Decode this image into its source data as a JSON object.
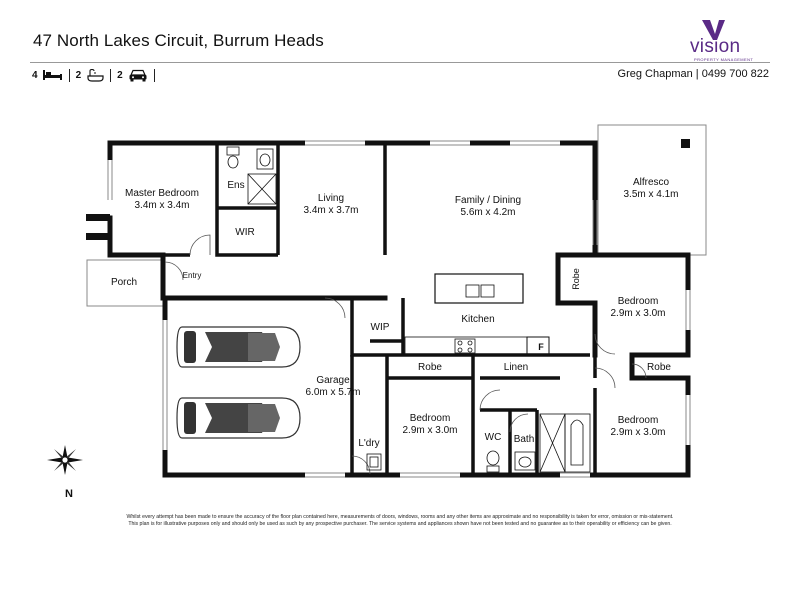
{
  "listing": {
    "address": "47 North Lakes Circuit, Burrum Heads",
    "agent": "Greg Chapman | 0499 700 822"
  },
  "logo": {
    "word": "vision",
    "tagline": "PROPERTY MANAGEMENT",
    "color": "#5a2a86"
  },
  "features": [
    {
      "count": "4",
      "icon": "bed-icon"
    },
    {
      "count": "2",
      "icon": "bath-icon"
    },
    {
      "count": "2",
      "icon": "car-icon"
    }
  ],
  "rooms": {
    "master": {
      "name": "Master Bedroom",
      "size": "3.4m x 3.4m"
    },
    "ens": {
      "name": "Ens"
    },
    "wir": {
      "name": "WIR"
    },
    "living": {
      "name": "Living",
      "size": "3.4m x 3.7m"
    },
    "family": {
      "name": "Family / Dining",
      "size": "5.6m x 4.2m"
    },
    "alfresco": {
      "name": "Alfresco",
      "size": "3.5m x 4.1m"
    },
    "porch": {
      "name": "Porch"
    },
    "entry": {
      "name": "Entry"
    },
    "robe_right": {
      "name": "Robe"
    },
    "bedroom_ne": {
      "name": "Bedroom",
      "size": "2.9m x 3.0m"
    },
    "wip": {
      "name": "WIP"
    },
    "kitchen": {
      "name": "Kitchen"
    },
    "fridge": {
      "name": "F"
    },
    "garage": {
      "name": "Garage",
      "size": "6.0m x 5.7m"
    },
    "robe_mid": {
      "name": "Robe"
    },
    "linen": {
      "name": "Linen"
    },
    "robe_se": {
      "name": "Robe"
    },
    "bedroom_mid": {
      "name": "Bedroom",
      "size": "2.9m x 3.0m"
    },
    "wc": {
      "name": "WC"
    },
    "bath": {
      "name": "Bath"
    },
    "bedroom_se": {
      "name": "Bedroom",
      "size": "2.9m x 3.0m"
    },
    "laundry": {
      "name": "L'dry"
    }
  },
  "compass": {
    "label": "N"
  },
  "disclaimer": {
    "line1": "Whilst every attempt has been made to ensure the accuracy of the floor plan contained here, measurements of doors, windows, rooms and any other items are approximate and no responsibility is taken for error, omission or mis-statement.",
    "line2": "This plan is for illustrative purposes only and should only be used as such by any prospective purchaser. The service systems and appliances shown have not been tested and no guarantee as to their operability or efficiency can be given."
  }
}
